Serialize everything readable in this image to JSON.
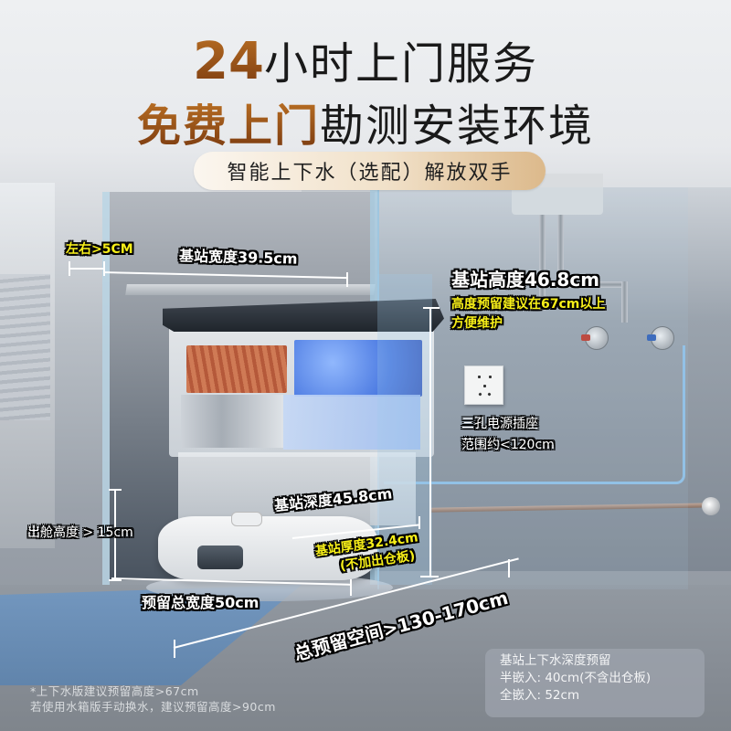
{
  "headline": {
    "line1_highlight": "24",
    "line1_rest": "小时上门服务",
    "line2_highlight": "免费上门",
    "line2_rest": "勘测安装环境",
    "pill": "智能上下水（选配）解放双手"
  },
  "colors": {
    "gold_highlight": "#a0561a",
    "label_yellow": "#f6ee18",
    "label_white": "#ffffff",
    "pill_gradient_start": "#fbf6ef",
    "pill_gradient_end": "#dcb98b",
    "clean_tank_blue": "#3d6fe0",
    "dirty_tank_orange": "#cf7a55"
  },
  "measurements": {
    "side_clearance": "左右>5CM",
    "station_width": "基站宽度39.5cm",
    "station_height": "基站高度46.8cm",
    "height_advice_line1": "高度预留建议在67cm以上",
    "height_advice_line2": "方便维护",
    "station_depth": "基站深度45.8cm",
    "station_thickness_line1": "基站厚度32.4cm",
    "station_thickness_line2": "(不加出仓板)",
    "exit_height": "出舱高度 > 15cm",
    "total_width": "预留总宽度50cm",
    "total_space": "总预留空间>130-170cm"
  },
  "outlet": {
    "icon": "power-outlet-icon",
    "label_line1": "三孔电源插座",
    "label_line2": "范围约<120cm"
  },
  "notes": {
    "line1": "*上下水版建议预留高度>67cm",
    "line2": "若使用水箱版手动换水，建议预留高度>90cm"
  },
  "depth_box": {
    "title": "基站上下水深度预留",
    "semi_embedded": "半嵌入: 40cm(不含出仓板)",
    "full_embedded": "全嵌入: 52cm"
  }
}
